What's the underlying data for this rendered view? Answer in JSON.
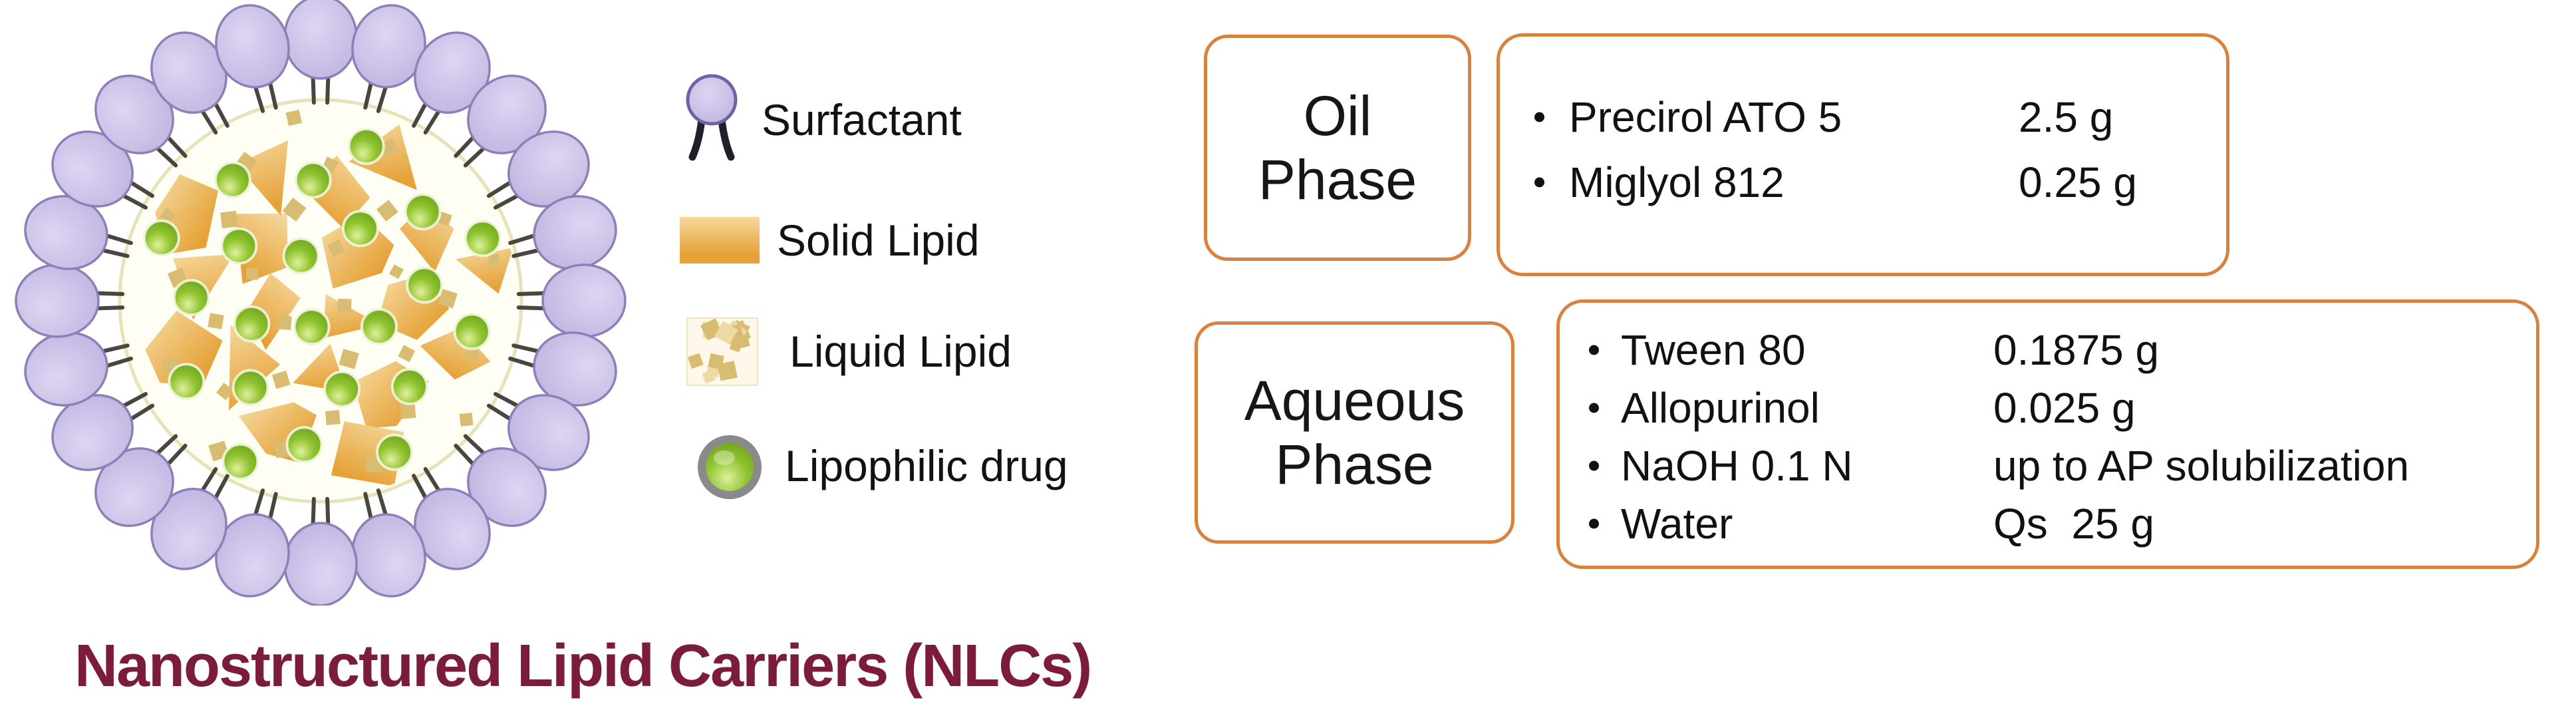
{
  "title": "Nanostructured Lipid Carriers (NLCs)",
  "legend": {
    "items": [
      {
        "id": "surfactant",
        "label": "Surfactant"
      },
      {
        "id": "solid-lipid",
        "label": "Solid Lipid"
      },
      {
        "id": "liquid-lipid",
        "label": "Liquid Lipid"
      },
      {
        "id": "lipophilic-drug",
        "label": "Lipophilic drug"
      }
    ]
  },
  "oil_phase": {
    "label_line1": "Oil",
    "label_line2": "Phase",
    "items": [
      {
        "name": "Precirol ATO 5",
        "amount": "2.5 g"
      },
      {
        "name": "Miglyol 812",
        "amount": "0.25 g"
      }
    ]
  },
  "aqueous_phase": {
    "label_line1": "Aqueous",
    "label_line2": "Phase",
    "items": [
      {
        "name": "Tween 80",
        "amount": "0.1875 g"
      },
      {
        "name": "Allopurinol",
        "amount": "0.025 g"
      },
      {
        "name": "NaOH 0.1 N",
        "amount": "up to AP solubilization"
      },
      {
        "name": "Water",
        "amount": "Qs  25 g"
      }
    ]
  },
  "colors": {
    "box_border": "#d9813f",
    "title_text": "#7b1d3a",
    "body_text": "#111111",
    "surfactant_head_light": "#ded5f2",
    "surfactant_head_dark": "#bcaede",
    "surfactant_head_stroke": "#8d80b8",
    "surfactant_tail": "#4a453f",
    "core_fill": "#fffef4",
    "core_stroke": "#e7e3b8",
    "solid_lipid_light": "#f4d89c",
    "solid_lipid_dark": "#e6a137",
    "liquid_lipid_speck": "#d8bc72",
    "liquid_lipid_bg": "#fdf8ea",
    "drug_highlight": "#dff09a",
    "drug_mid": "#8fc32f",
    "drug_dark": "#5d9414",
    "drug_ring_gray": "#8a8a8a"
  },
  "particle": {
    "outer_circle_count": 24,
    "solid_lipid_polygon_count": 19,
    "drug_sphere_count": 22,
    "liquid_lipid_speck_count": 30
  }
}
